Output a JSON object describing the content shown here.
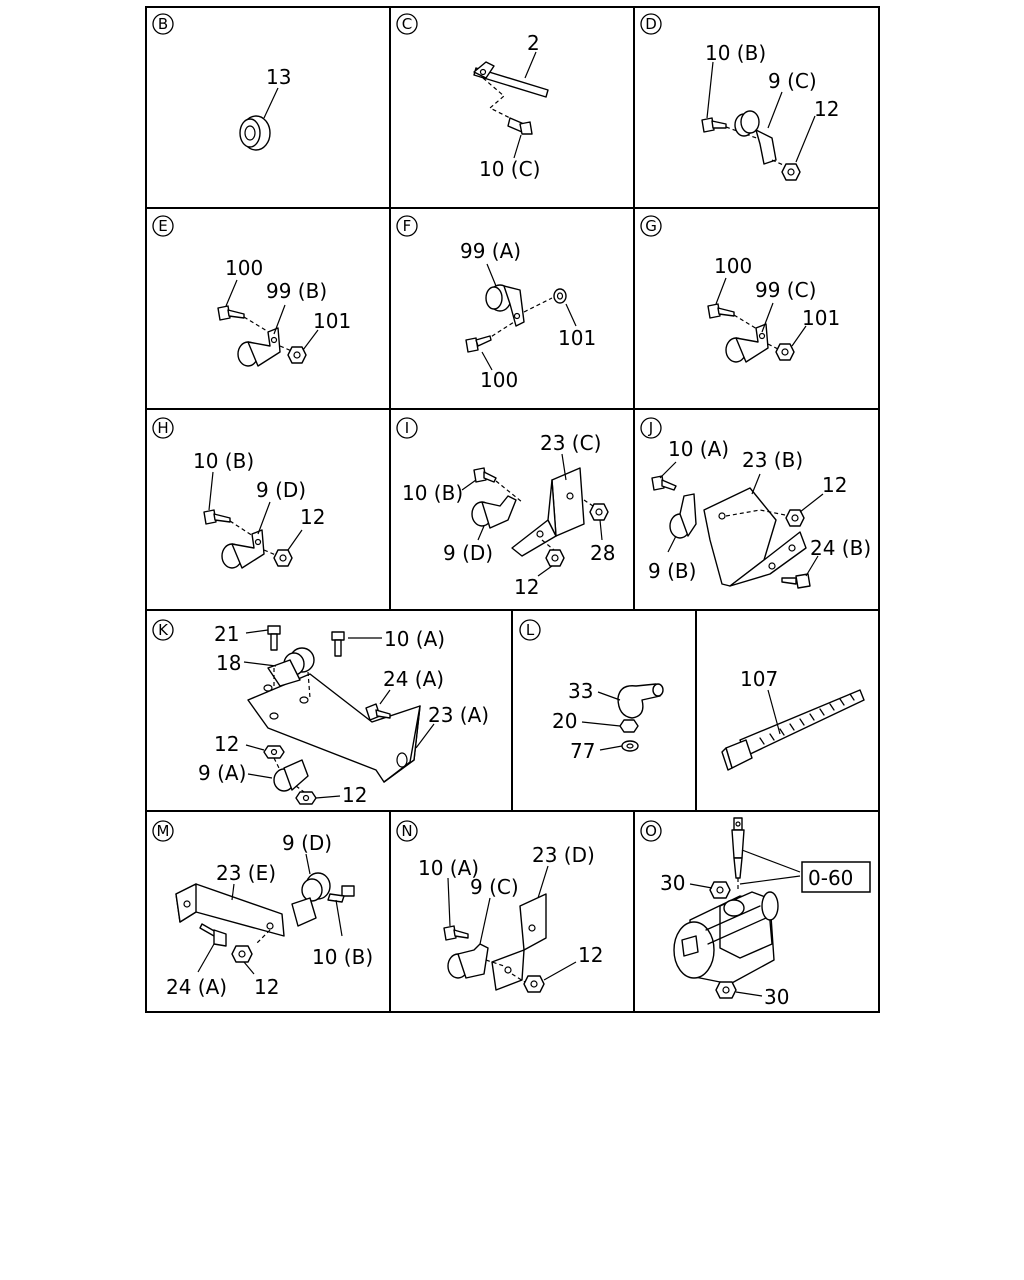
{
  "panels": [
    {
      "letter": "B",
      "labels": [
        "13"
      ]
    },
    {
      "letter": "C",
      "labels": [
        "2",
        "10 (C)"
      ]
    },
    {
      "letter": "D",
      "labels": [
        "10 (B)",
        "9 (C)",
        "12"
      ]
    },
    {
      "letter": "E",
      "labels": [
        "100",
        "99 (B)",
        "101"
      ]
    },
    {
      "letter": "F",
      "labels": [
        "99 (A)",
        "101",
        "100"
      ]
    },
    {
      "letter": "G",
      "labels": [
        "100",
        "99 (C)",
        "101"
      ]
    },
    {
      "letter": "H",
      "labels": [
        "10 (B)",
        "9 (D)",
        "12"
      ]
    },
    {
      "letter": "I",
      "labels": [
        "23 (C)",
        "10 (B)",
        "9 (D)",
        "28",
        "12"
      ]
    },
    {
      "letter": "J",
      "labels": [
        "10 (A)",
        "23 (B)",
        "12",
        "24 (B)",
        "9 (B)"
      ]
    },
    {
      "letter": "K",
      "labels": [
        "21",
        "10 (A)",
        "18",
        "24 (A)",
        "23 (A)",
        "12",
        "9 (A)",
        "12"
      ]
    },
    {
      "letter": "L",
      "labels": [
        "33",
        "20",
        "77"
      ]
    },
    {
      "letter": "",
      "labels": [
        "107"
      ]
    },
    {
      "letter": "M",
      "labels": [
        "9 (D)",
        "23 (E)",
        "10 (B)",
        "24 (A)",
        "12"
      ]
    },
    {
      "letter": "N",
      "labels": [
        "10 (A)",
        "23 (D)",
        "9 (C)",
        "12"
      ]
    },
    {
      "letter": "O",
      "labels": [
        "30",
        "0-60",
        "30"
      ]
    }
  ]
}
